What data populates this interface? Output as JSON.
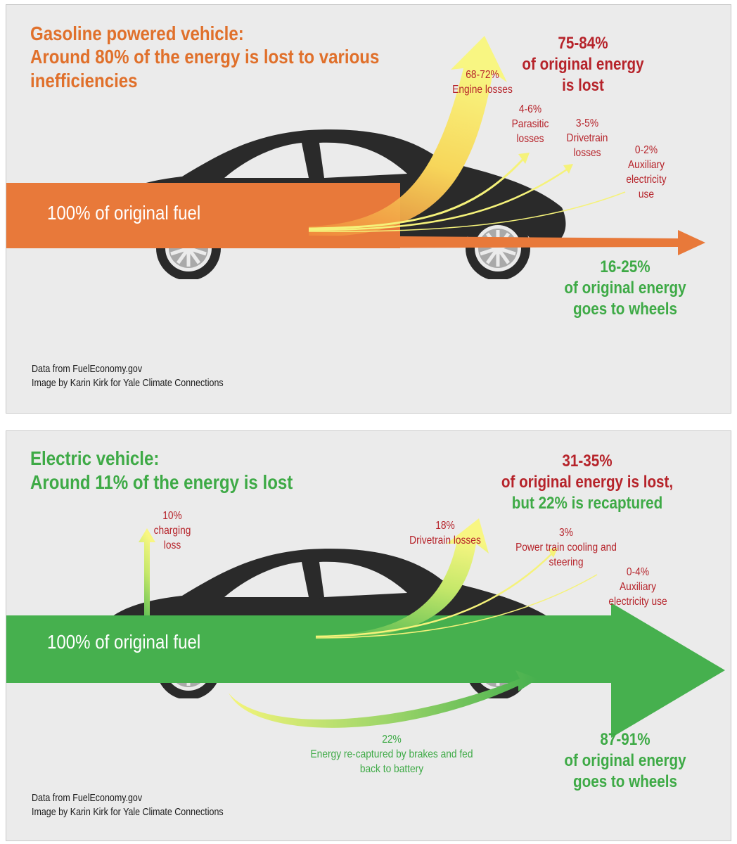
{
  "gasoline": {
    "title_line1": "Gasoline powered vehicle:",
    "title_line2": "Around 80% of the energy is lost to various",
    "title_line3": "inefficiencies",
    "fuel_label": "100% of original fuel",
    "lost": {
      "value": "75-84%",
      "line1": "of original energy",
      "line2": "is lost"
    },
    "wheels": {
      "value": "16-25%",
      "line1": "of original energy",
      "line2": "goes to wheels"
    },
    "losses": [
      {
        "value": "68-72%",
        "line1": "Engine losses"
      },
      {
        "value": "4-6%",
        "line1": "Parasitic",
        "line2": "losses"
      },
      {
        "value": "3-5%",
        "line1": "Drivetrain",
        "line2": "losses"
      },
      {
        "value": "0-2%",
        "line1": "Auxiliary",
        "line2": "electricity",
        "line3": "use"
      }
    ],
    "credit_line1": "Data from FuelEconomy.gov",
    "credit_line2": "Image by Karin Kirk for Yale Climate Connections"
  },
  "electric": {
    "title_line1": "Electric vehicle:",
    "title_line2": "Around 11% of the energy is lost",
    "fuel_label": "100% of original fuel",
    "lost": {
      "value": "31-35%",
      "line1": "of original energy is lost,",
      "line2": "but 22% is recaptured"
    },
    "wheels": {
      "value": "87-91%",
      "line1": "of original energy",
      "line2": "goes to wheels"
    },
    "losses": [
      {
        "value": "10%",
        "line1": "charging",
        "line2": "loss"
      },
      {
        "value": "18%",
        "line1": "Drivetrain losses"
      },
      {
        "value": "3%",
        "line1": "Power train cooling and",
        "line2": "steering"
      },
      {
        "value": "0-4%",
        "line1": "Auxiliary",
        "line2": "electricity use"
      }
    ],
    "recapture": {
      "value": "22%",
      "line1": "Energy re-captured by brakes and fed",
      "line2": "back to battery"
    },
    "credit_line1": "Data from FuelEconomy.gov",
    "credit_line2": "Image by Karin Kirk for Yale Climate Connections"
  },
  "colors": {
    "gas_flow": "#e8793a",
    "ev_flow": "#46b04e",
    "loss_glow": "#f7f56a",
    "car_body": "#2a2a2a",
    "lost_text": "#b6232a",
    "good_text": "#3eaa46",
    "panel_bg": "#ebebeb"
  }
}
